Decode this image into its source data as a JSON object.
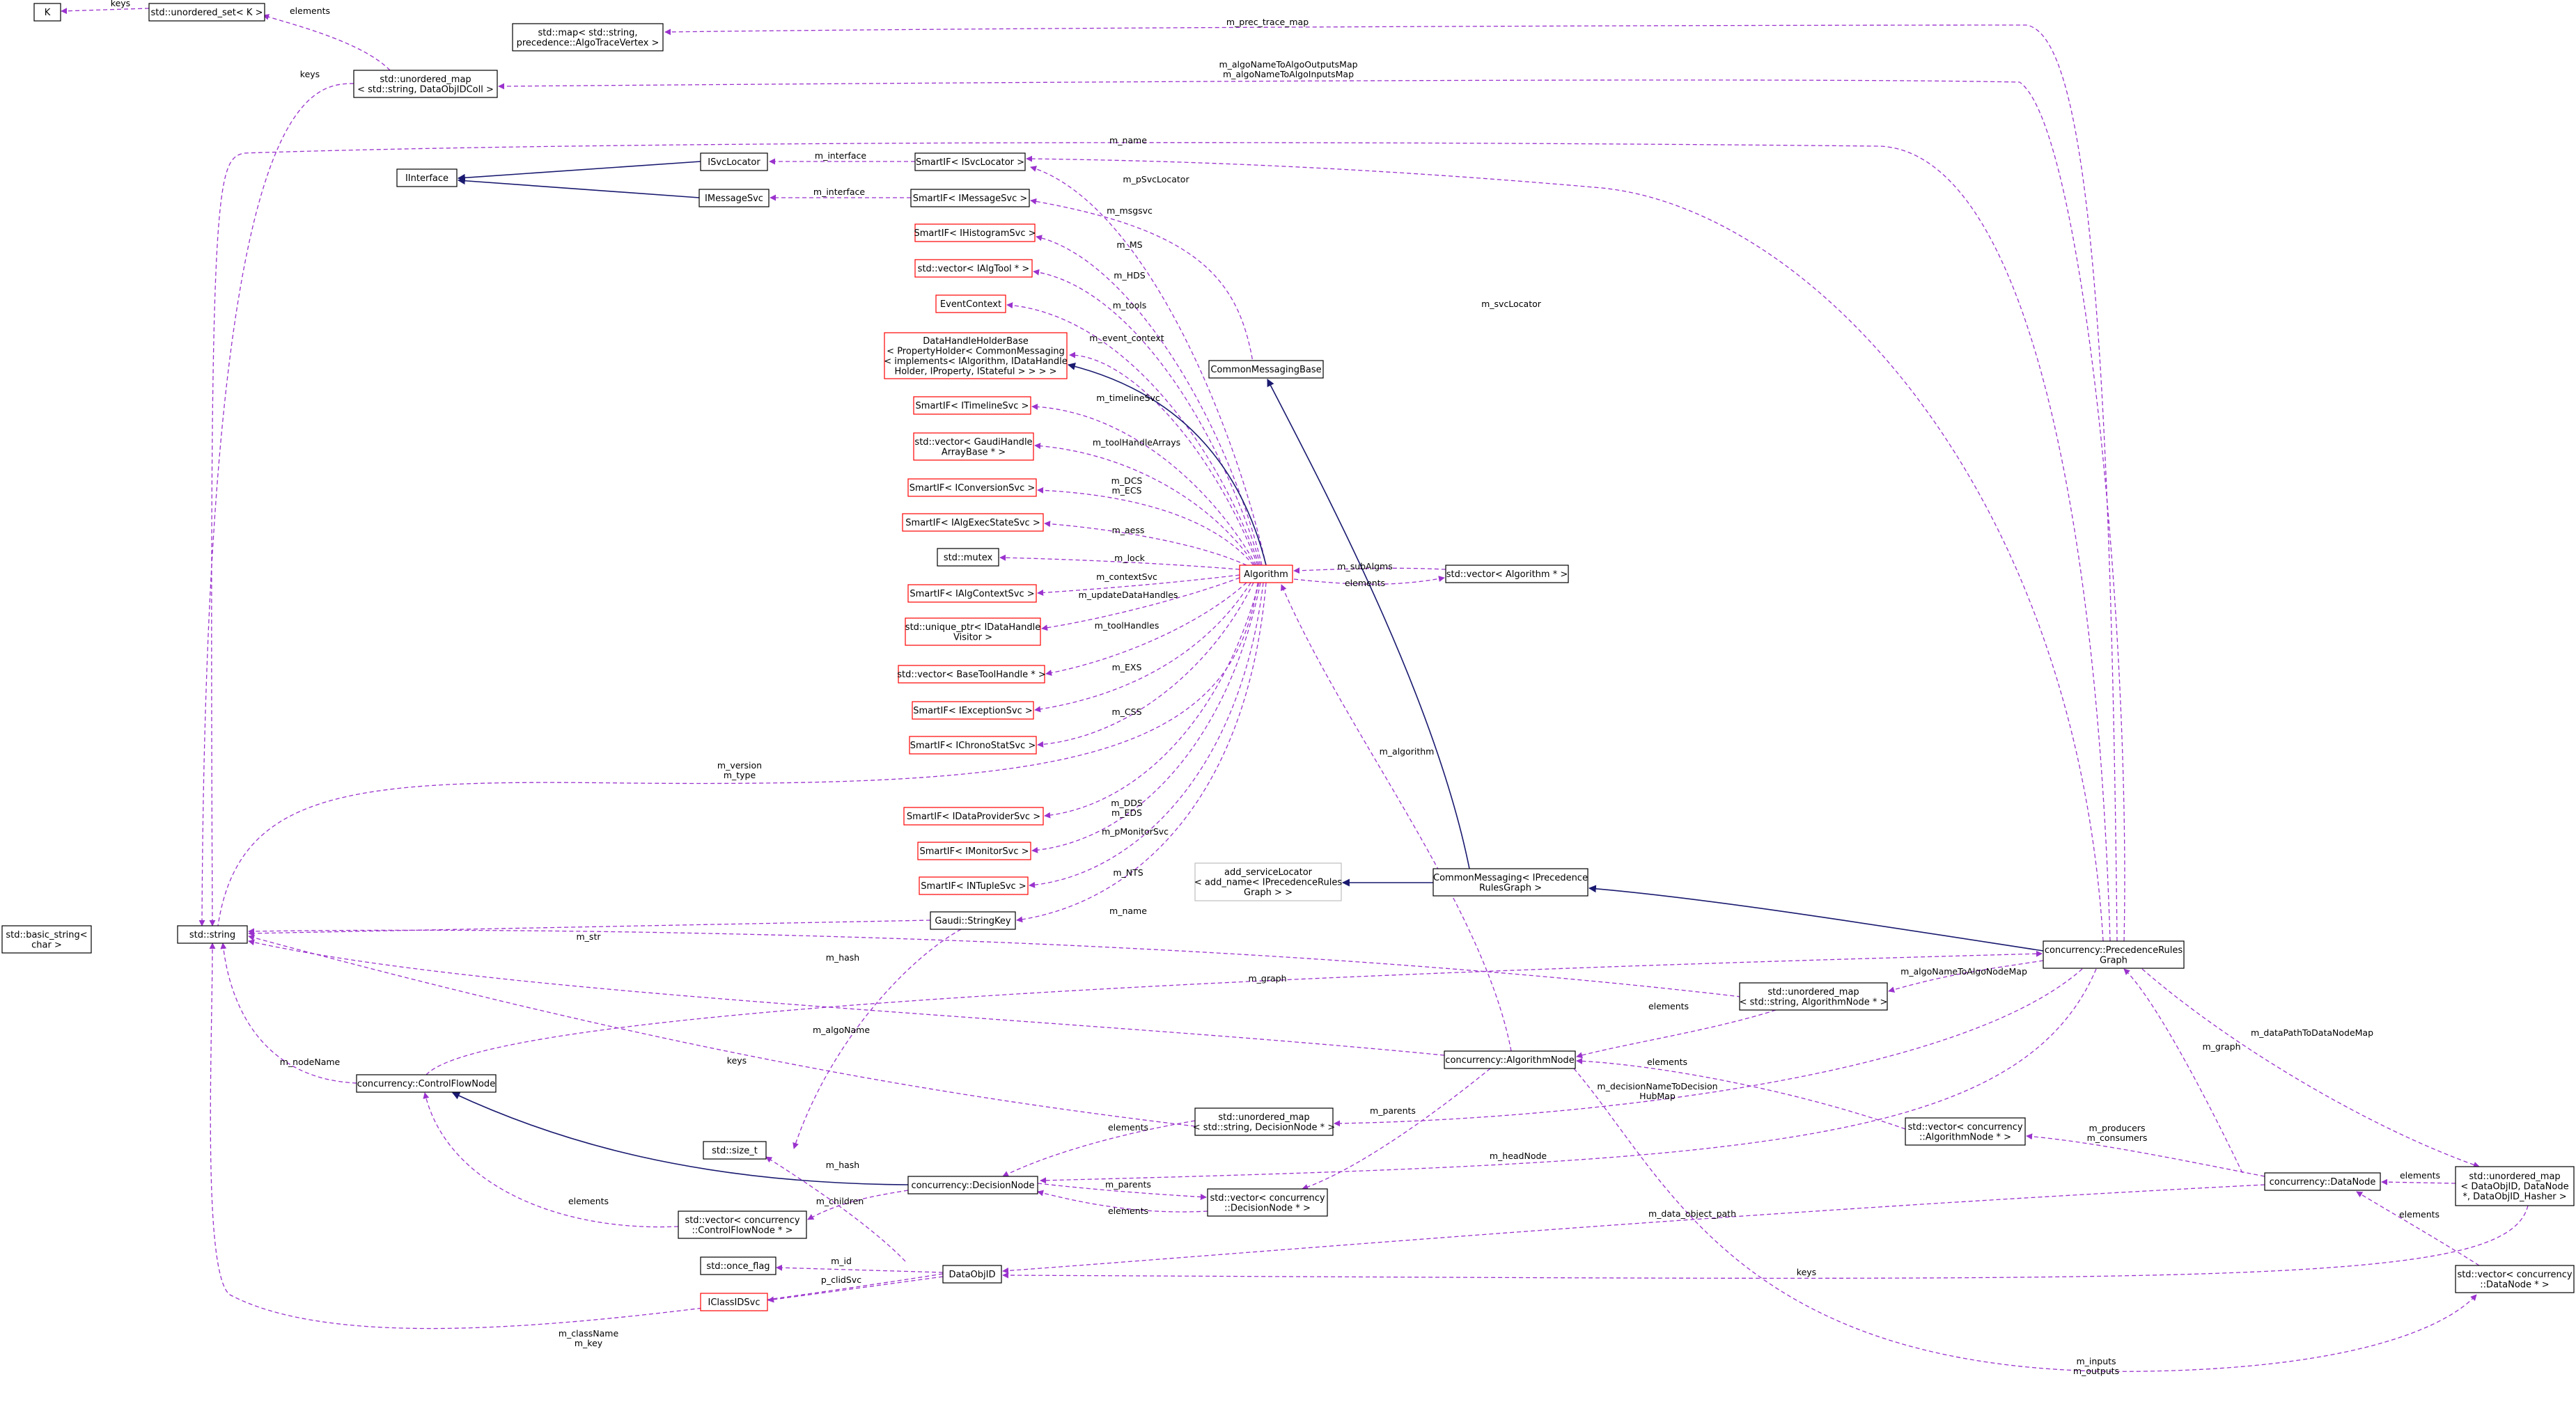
{
  "colors": {
    "dep": "#9a32cd",
    "inherit": "#191970",
    "border_black": "#000000",
    "border_red": "#ff0000",
    "border_gray": "#bfbfbf",
    "focus_fill": "#bfbfbf"
  },
  "nodes": {
    "K": [
      "K"
    ],
    "unordered_set_K": [
      "std::unordered_set< K >"
    ],
    "map_algotrace": [
      "std::map< std::string,",
      "precedence::AlgoTraceVertex >"
    ],
    "unordered_map_dataobj": [
      "std::unordered_map",
      "< std::string, DataObjIDColl >"
    ],
    "IInterface": [
      "IInterface"
    ],
    "ISvcLocator": [
      "ISvcLocator"
    ],
    "IMessageSvc": [
      "IMessageSvc"
    ],
    "SmartIF_ISvcLocator": [
      "SmartIF< ISvcLocator >"
    ],
    "SmartIF_IMessageSvc": [
      "SmartIF< IMessageSvc >"
    ],
    "SmartIF_IHistogramSvc": [
      "SmartIF< IHistogramSvc >"
    ],
    "vector_IAlgTool": [
      "std::vector< IAlgTool * >"
    ],
    "EventContext": [
      "EventContext"
    ],
    "DataHandleHolderBase": [
      "DataHandleHolderBase",
      "< PropertyHolder< CommonMessaging",
      "< implements< IAlgorithm, IDataHandle",
      "Holder, IProperty, IStateful > > > >"
    ],
    "CommonMessagingBase": [
      "CommonMessagingBase"
    ],
    "SmartIF_ITimelineSvc": [
      "SmartIF< ITimelineSvc >"
    ],
    "vector_GaudiHandleArrayBase": [
      "std::vector< GaudiHandle",
      "ArrayBase * >"
    ],
    "SmartIF_IConversionSvc": [
      "SmartIF< IConversionSvc >"
    ],
    "SmartIF_IAlgExecStateSvc": [
      "SmartIF< IAlgExecStateSvc >"
    ],
    "mutex": [
      "std::mutex"
    ],
    "SmartIF_IAlgContextSvc": [
      "SmartIF< IAlgContextSvc >"
    ],
    "unique_ptr_IDataHandleVisitor": [
      "std::unique_ptr< IDataHandle",
      "Visitor >"
    ],
    "vector_BaseToolHandle": [
      "std::vector< BaseToolHandle * >"
    ],
    "SmartIF_IExceptionSvc": [
      "SmartIF< IExceptionSvc >"
    ],
    "SmartIF_IChronoStatSvc": [
      "SmartIF< IChronoStatSvc >"
    ],
    "Algorithm": [
      "Algorithm"
    ],
    "vector_Algorithm": [
      "std::vector< Algorithm * >"
    ],
    "SmartIF_IDataProviderSvc": [
      "SmartIF< IDataProviderSvc >"
    ],
    "SmartIF_IMonitorSvc": [
      "SmartIF< IMonitorSvc >"
    ],
    "SmartIF_INTupleSvc": [
      "SmartIF< INTupleSvc >"
    ],
    "add_serviceLocator": [
      "add_serviceLocator",
      "< add_name< IPrecedenceRules",
      "Graph > >"
    ],
    "CommonMessaging_IPrecedenceRulesGraph": [
      "CommonMessaging< IPrecedence",
      "RulesGraph >"
    ],
    "basic_string": [
      "std::basic_string<",
      "char >"
    ],
    "string": [
      "std::string"
    ],
    "Gaudi_StringKey": [
      "Gaudi::StringKey"
    ],
    "PrecedenceRulesGraph": [
      "concurrency::PrecedenceRules",
      "Graph"
    ],
    "unordered_map_AlgorithmNode": [
      "std::unordered_map",
      "< std::string, AlgorithmNode * >"
    ],
    "AlgorithmNode": [
      "concurrency::AlgorithmNode"
    ],
    "ControlFlowNode": [
      "concurrency::ControlFlowNode"
    ],
    "unordered_map_DecisionNode": [
      "std::unordered_map",
      "< std::string, DecisionNode * >"
    ],
    "vector_AlgorithmNode": [
      "std::vector< concurrency",
      "::AlgorithmNode * >"
    ],
    "size_t": [
      "std::size_t"
    ],
    "DecisionNode": [
      "concurrency::DecisionNode"
    ],
    "vector_DecisionNode": [
      "std::vector< concurrency",
      "::DecisionNode * >"
    ],
    "DataNode": [
      "concurrency::DataNode"
    ],
    "unordered_map_DataObjID_DataNode": [
      "std::unordered_map",
      "< DataObjID, DataNode",
      "*, DataObjID_Hasher >"
    ],
    "vector_ControlFlowNode": [
      "std::vector< concurrency",
      "::ControlFlowNode * >"
    ],
    "once_flag": [
      "std::once_flag"
    ],
    "DataObjID": [
      "DataObjID"
    ],
    "IClassIDSvc": [
      "IClassIDSvc"
    ],
    "vector_DataNode": [
      "std::vector< concurrency",
      "::DataNode * >"
    ]
  },
  "edge_labels": {
    "keys_K": "keys",
    "elements_uset": "elements",
    "keys_umap": "keys",
    "m_prec_trace_map": "m_prec_trace_map",
    "m_algoNameToAlgoMaps": [
      "m_algoNameToAlgoOutputsMap",
      "m_algoNameToAlgoInputsMap"
    ],
    "m_name_top": "m_name",
    "m_interface_1": "m_interface",
    "m_interface_2": "m_interface",
    "m_pSvcLocator": "m_pSvcLocator",
    "m_msgsvc": "m_msgsvc",
    "m_MS": "m_MS",
    "m_HDS": "m_HDS",
    "m_tools": "m_tools",
    "m_event_context": "m_event_context",
    "m_timelineSvc": "m_timelineSvc",
    "m_toolHandleArrays": "m_toolHandleArrays",
    "m_DCS_ECS": [
      "m_DCS",
      "m_ECS"
    ],
    "m_aess": "m_aess",
    "m_lock": "m_lock",
    "m_contextSvc": "m_contextSvc",
    "m_updateDataHandles": "m_updateDataHandles",
    "m_toolHandles": "m_toolHandles",
    "m_EXS": "m_EXS",
    "m_CSS": "m_CSS",
    "m_version_type": [
      "m_version",
      "m_type"
    ],
    "m_DDS_EDS": [
      "m_DDS",
      "m_EDS"
    ],
    "m_pMonitorSvc": "m_pMonitorSvc",
    "m_NTS": "m_NTS",
    "m_name_alg": "m_name",
    "m_subAlgms": "m_subAlgms",
    "elements_valg": "elements",
    "m_svcLocator": "m_svcLocator",
    "m_algorithm": "m_algorithm",
    "keys_str": "keys",
    "m_str": "m_str",
    "m_hash_1": "m_hash",
    "m_graph_1": "m_graph",
    "m_algoName": "m_algoName",
    "m_nodeName": "m_nodeName",
    "keys_dn": "keys",
    "elements_algmap": "elements",
    "m_algoNameToAlgoNodeMap": "m_algoNameToAlgoNodeMap",
    "m_graph_2": "m_graph",
    "m_dataPathToDataNodeMap": "m_dataPathToDataNodeMap",
    "elements_valgnode": "elements",
    "m_decisionNameToDecisionHubMap": [
      "m_decisionNameToDecision",
      "HubMap"
    ],
    "m_parents_1": "m_parents",
    "elements_dnmap": "elements",
    "m_producers_consumers": [
      "m_producers",
      "m_consumers"
    ],
    "m_headNode": "m_headNode",
    "elements_datamap": "elements",
    "m_hash_2": "m_hash",
    "m_children": "m_children",
    "m_parents_2": "m_parents",
    "elements_vdn": "elements",
    "elements_vcfn": "elements",
    "m_data_object_path": "m_data_object_path",
    "elements_vdatanode": "elements",
    "m_classname_key": [
      "m_className",
      "m_key"
    ],
    "m_id": "m_id",
    "p_clidSvc": "p_clidSvc",
    "keys_did": "keys",
    "m_inputs_outputs": [
      "m_inputs",
      "m_outputs"
    ]
  }
}
